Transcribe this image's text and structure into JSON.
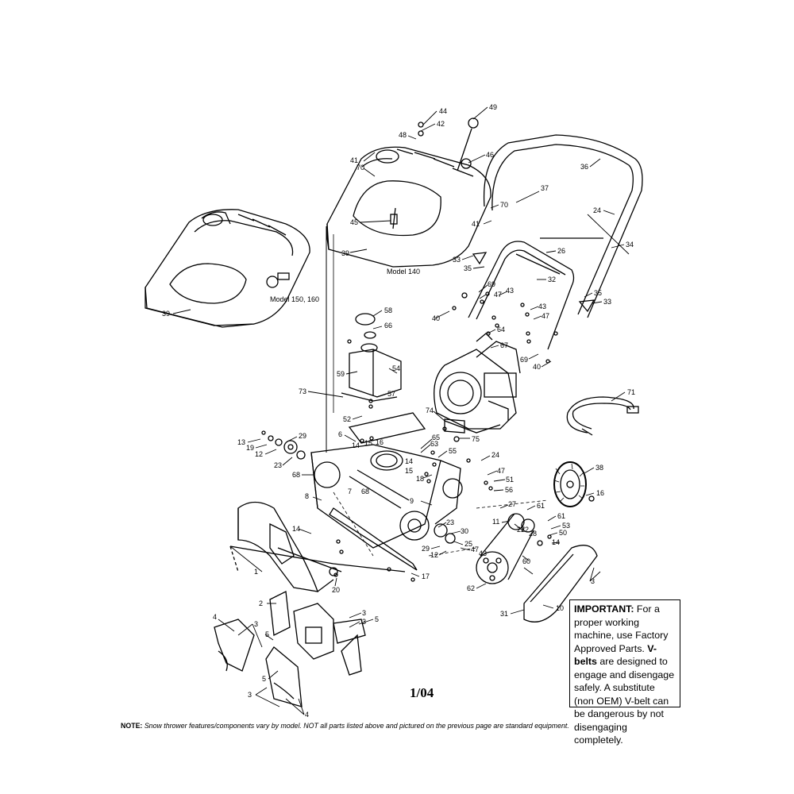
{
  "diagram": {
    "model_labels": {
      "model_150_160": "Model 150, 160",
      "model_140": "Model 140"
    },
    "callouts": {
      "c44": "44",
      "c42": "42",
      "c48": "48",
      "c49": "49",
      "c46": "46",
      "c41a": "41",
      "c70a": "70",
      "c45": "45",
      "c39a": "39",
      "c39b": "39",
      "c70b": "70",
      "c41b": "41",
      "c36": "36",
      "c37": "37",
      "c24a": "24",
      "c34": "34",
      "c26": "26",
      "c33a": "33",
      "c35a": "35",
      "c32": "32",
      "c69a": "69",
      "c47a": "47",
      "c43a": "43",
      "c35b": "35",
      "c33b": "33",
      "c40a": "40",
      "c43b": "43",
      "c47b": "47",
      "c69b": "69",
      "c40b": "40",
      "c64": "64",
      "c67": "67",
      "c58": "58",
      "c66": "66",
      "c54": "54",
      "c59": "59",
      "c73": "73",
      "c57": "57",
      "c52": "52",
      "c71": "71",
      "c74": "74",
      "c75": "75",
      "c65": "65",
      "c63": "63",
      "c6": "6",
      "c29a": "29",
      "c13": "13",
      "c19": "19",
      "c12a": "12",
      "c23a": "23",
      "c14a": "14",
      "c15a": "15",
      "c16a": "16",
      "c14b": "14",
      "c15b": "15",
      "c55": "55",
      "c24b": "24",
      "c38": "38",
      "c68a": "68",
      "c18": "18",
      "c47c": "47",
      "c51": "51",
      "c56": "56",
      "c16b": "16",
      "c8": "8",
      "c7": "7",
      "c68b": "68",
      "c9": "9",
      "c27": "27",
      "c61a": "61",
      "c22": "22",
      "c11": "11",
      "c61b": "61",
      "c53": "53",
      "c50": "50",
      "c14c": "14",
      "c14d": "14",
      "c23b": "23",
      "c30": "30",
      "c25": "25",
      "c47d": "47",
      "c43c": "43",
      "c29b": "29",
      "c12b": "12",
      "c72": "72",
      "c28": "28",
      "c60": "60",
      "c3a": "3",
      "c1": "1",
      "c20": "20",
      "c17": "17",
      "c62": "62",
      "c31": "31",
      "c10": "10",
      "c2": "2",
      "c4a": "4",
      "c3b": "3",
      "c5a": "5",
      "c3c": "3",
      "c3d": "3",
      "c5b": "5",
      "c3e": "3",
      "c4b": "4",
      "c5c": "5"
    },
    "important": {
      "title": "IMPORTANT:",
      "line1": " For a proper working machine, use Factory Approved Parts. ",
      "vbelts": "V-belts",
      "line2": " are designed to engage and disengage safely. A substitute (non OEM) V-belt can be dangerous by not disengaging completely."
    },
    "date_code": "1/04",
    "note": {
      "label": "NOTE:",
      "text": " Snow thrower features/components vary by model. NOT all parts listed above and pictured on the previous page are standard equipment."
    }
  }
}
